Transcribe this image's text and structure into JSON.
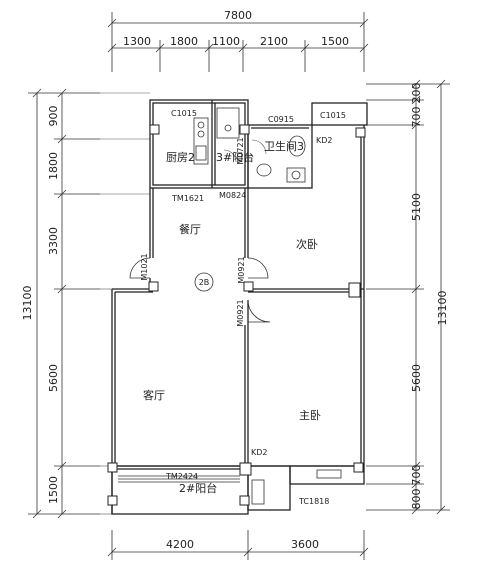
{
  "dimensions": {
    "top_total": "7800",
    "top_segments": [
      "1300",
      "1800",
      "1100",
      "2100",
      "1500"
    ],
    "left_total": "13100",
    "left_segments": [
      "900",
      "1800",
      "3300",
      "5600",
      "1500"
    ],
    "right_total": "13100",
    "right_segments": [
      "200",
      "700",
      "5100",
      "5600",
      "700",
      "800"
    ],
    "bottom_segments": [
      "4200",
      "3600"
    ]
  },
  "rooms": {
    "kitchen": "厨房2",
    "balcony3": "3#阳台",
    "bathroom": "卫生间3",
    "dining": "餐厅",
    "second_bedroom": "次卧",
    "living": "客厅",
    "master_bedroom": "主卧",
    "balcony2": "2#阳台",
    "unit_tag": "2B"
  },
  "codes": {
    "c1015_kitchen": "C1015",
    "c0915": "C0915",
    "c1015_right": "C1015",
    "kd2_top": "KD2",
    "tm1621": "TM1621",
    "m0824": "M0824",
    "m0721": "M0721",
    "m1021": "M1021",
    "m0921_upper": "M0921",
    "m0921_lower": "M0921",
    "kd2_bottom": "KD2",
    "tm2424": "TM2424",
    "tc1818": "TC1818"
  }
}
